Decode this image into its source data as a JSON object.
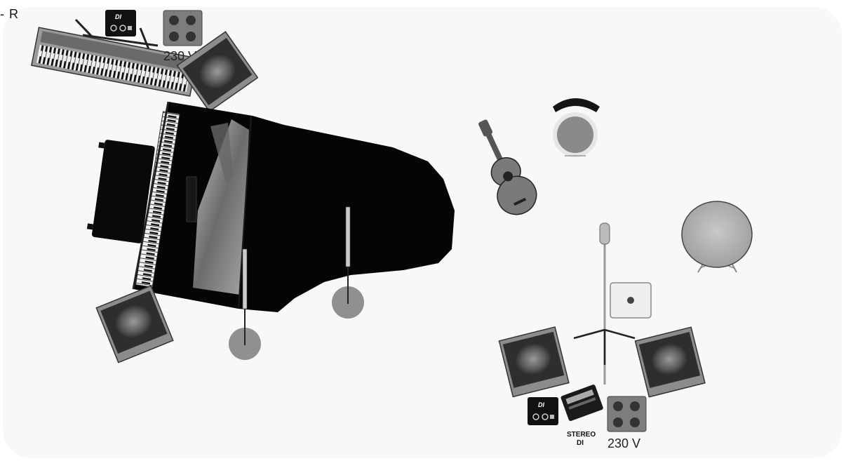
{
  "stage": {
    "corner_label": "- R",
    "left_di_box": {
      "label": "DI"
    },
    "left_power_outlet": {
      "label": "230 V"
    },
    "right_di_box": {
      "label": "DI"
    },
    "stereo_di": {
      "line1": "STEREO",
      "line2": "DI"
    },
    "right_power_outlet": {
      "label": "230 V"
    }
  },
  "colors": {
    "stage_bg": "#f8f8f8",
    "piano": "#050505",
    "mic_base": "#909090",
    "monitor_box": "#8c8c8c",
    "stool_seat": "#8a8a8a",
    "table_top": "#b8b8b8"
  }
}
